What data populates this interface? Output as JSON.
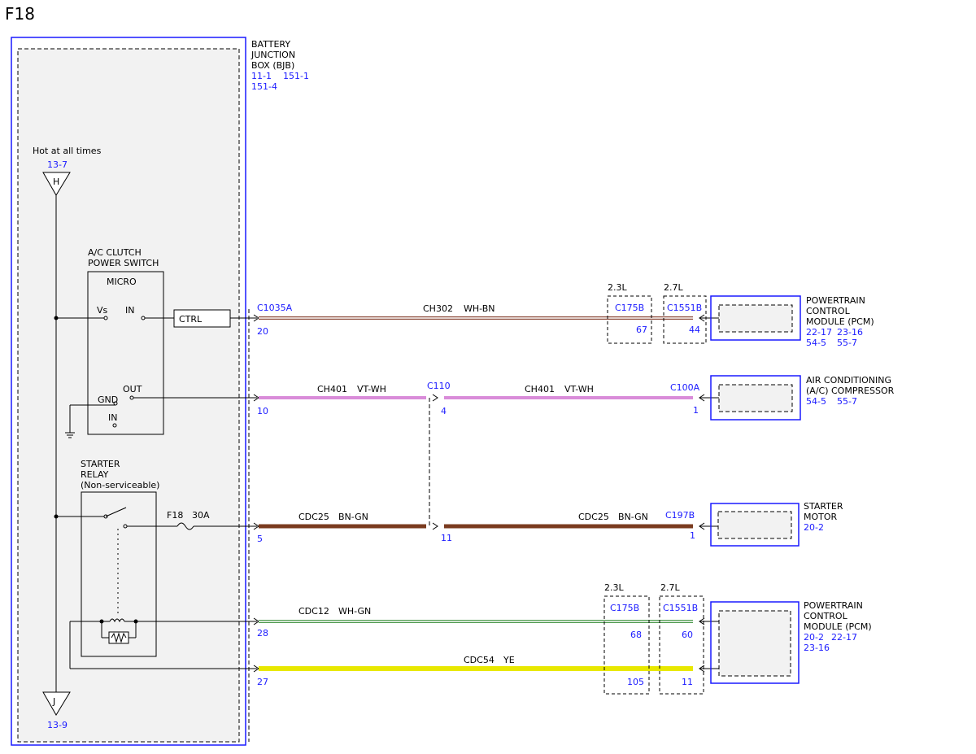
{
  "title": "F18",
  "bjb": {
    "name1": "BATTERY",
    "name2": "JUNCTION",
    "name3": "BOX (BJB)",
    "ref1": "11-1",
    "ref2": "151-1",
    "ref3": "151-4"
  },
  "hot": {
    "label": "Hot at all times",
    "ref": "13-7",
    "letter": "H"
  },
  "ground_ref": {
    "letter": "J",
    "ref": "13-9"
  },
  "ac_switch": {
    "name1": "A/C CLUTCH",
    "name2": "POWER SWITCH",
    "micro": "MICRO",
    "vs": "Vs",
    "in": "IN",
    "out": "OUT",
    "gnd": "GND",
    "in2": "IN",
    "ctrl": "CTRL"
  },
  "relay": {
    "name1": "STARTER",
    "name2": "RELAY",
    "name3": "(Non-serviceable)"
  },
  "fuse": {
    "name": "F18",
    "rating": "30A"
  },
  "wires": [
    {
      "circuit": "CH302",
      "color": "WH-BN",
      "conn": "C1035A",
      "pin": "20"
    },
    {
      "circuit": "CH401",
      "color": "VT-WH",
      "conn": "",
      "pin": "10"
    },
    {
      "circuit": "CDC25",
      "color": "BN-GN",
      "conn": "",
      "pin": "5"
    },
    {
      "circuit": "CDC12",
      "color": "WH-GN",
      "conn": "",
      "pin": "28"
    },
    {
      "circuit": "CDC54",
      "color": "YE",
      "conn": "",
      "pin": "27"
    }
  ],
  "mid": {
    "c110": "C110",
    "c110_pin": "4",
    "c110_pin2": "11",
    "ch401_circuit": "CH401",
    "ch401_color": "VT-WH",
    "cdc25_circuit": "CDC25",
    "cdc25_color": "BN-GN"
  },
  "inline_top": {
    "eng1": "2.3L",
    "eng2": "2.7L",
    "c1": "C175B",
    "c2": "C1551B",
    "p1": "67",
    "p2": "44"
  },
  "inline_bot": {
    "eng1": "2.3L",
    "eng2": "2.7L",
    "c1": "C175B",
    "c2": "C1551B",
    "p1a": "68",
    "p2a": "60",
    "p1b": "105",
    "p2b": "11"
  },
  "components": {
    "pcm1": {
      "l1": "POWERTRAIN",
      "l2": "CONTROL",
      "l3": "MODULE (PCM)",
      "r1": "22-17",
      "r2": "23-16",
      "r3": "54-5",
      "r4": "55-7"
    },
    "ac": {
      "l1": "AIR CONDITIONING",
      "l2": "(A/C) COMPRESSOR",
      "r1": "54-5",
      "r2": "55-7",
      "conn": "C100A",
      "pin": "1"
    },
    "starter": {
      "l1": "STARTER",
      "l2": "MOTOR",
      "r1": "20-2",
      "conn": "C197B",
      "pin": "1"
    },
    "pcm2": {
      "l1": "POWERTRAIN",
      "l2": "CONTROL",
      "l3": "MODULE (PCM)",
      "r1": "20-2",
      "r2": "22-17",
      "r3": "23-16"
    }
  },
  "colors": {
    "link": "#1a1aff",
    "wh_bn": "#8b4a3a",
    "vt_wh": "#d98cd9",
    "bn_gn": "#7a3b1f",
    "wh_gn": "#4f9a4f",
    "ye": "#e8e800",
    "panel": "#f2f2f2"
  }
}
